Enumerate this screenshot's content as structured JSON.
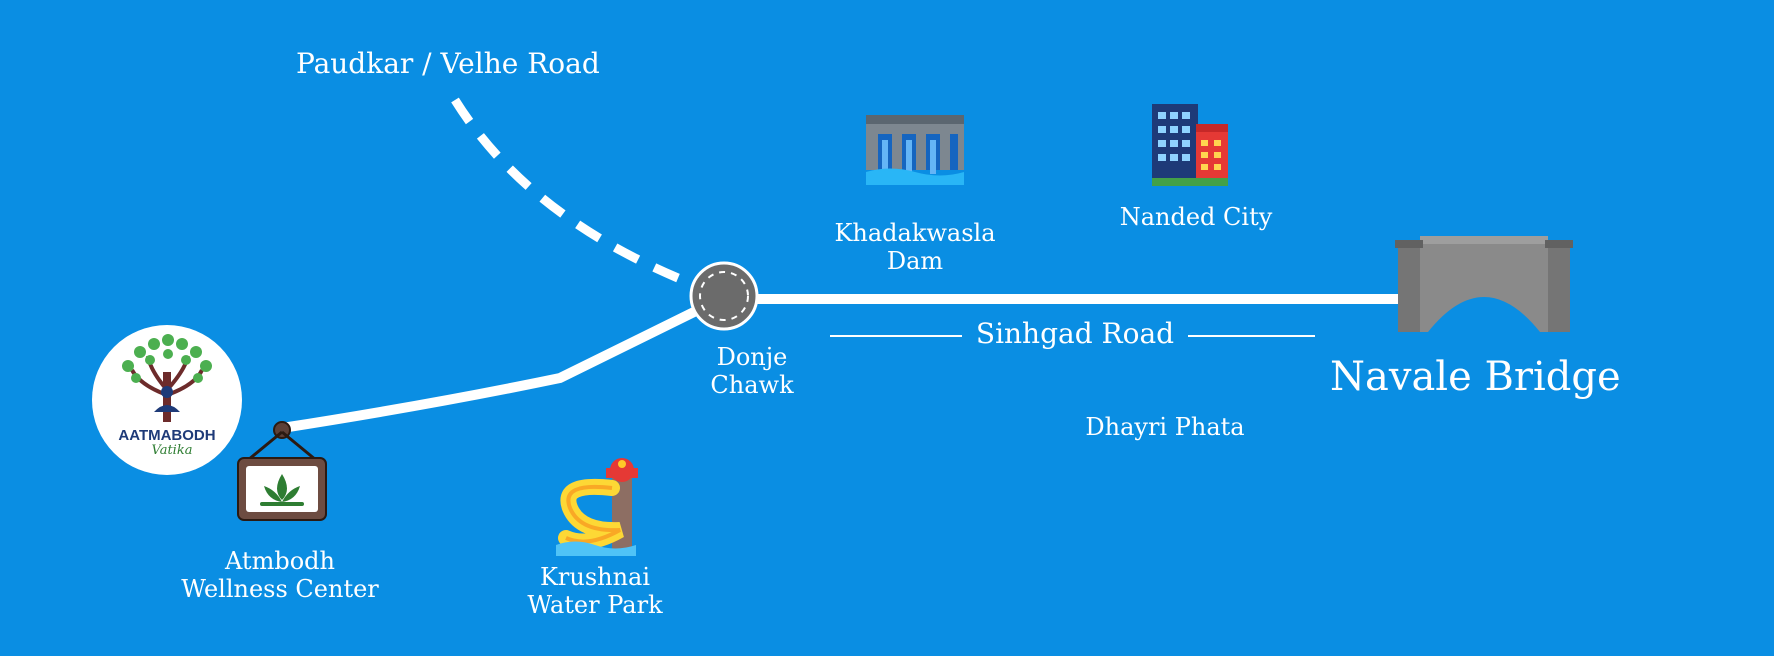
{
  "colors": {
    "background": "#0a8ee3",
    "road": "#ffffff",
    "roundabout": "#6b6b6b"
  },
  "labels": {
    "paudkar_road": "Paudkar / Velhe Road",
    "khadakwasla_l1": "Khadakwasla",
    "khadakwasla_l2": "Dam",
    "nanded_city": "Nanded City",
    "donje_l1": "Donje",
    "donje_l2": "Chawk",
    "sinhgad_road": "Sinhgad Road",
    "navale_bridge": "Navale Bridge",
    "dhayri_phata": "Dhayri Phata",
    "atmbodh_l1": "Atmbodh",
    "atmbodh_l2": "Wellness Center",
    "krushnai_l1": "Krushnai",
    "krushnai_l2": "Water Park"
  },
  "logo": {
    "line1": "AATMABODH",
    "line2": "Vatika"
  },
  "icons": [
    "dam-icon",
    "buildings-icon",
    "bridge-icon",
    "water-slide-icon",
    "signboard-icon",
    "roundabout-icon"
  ]
}
